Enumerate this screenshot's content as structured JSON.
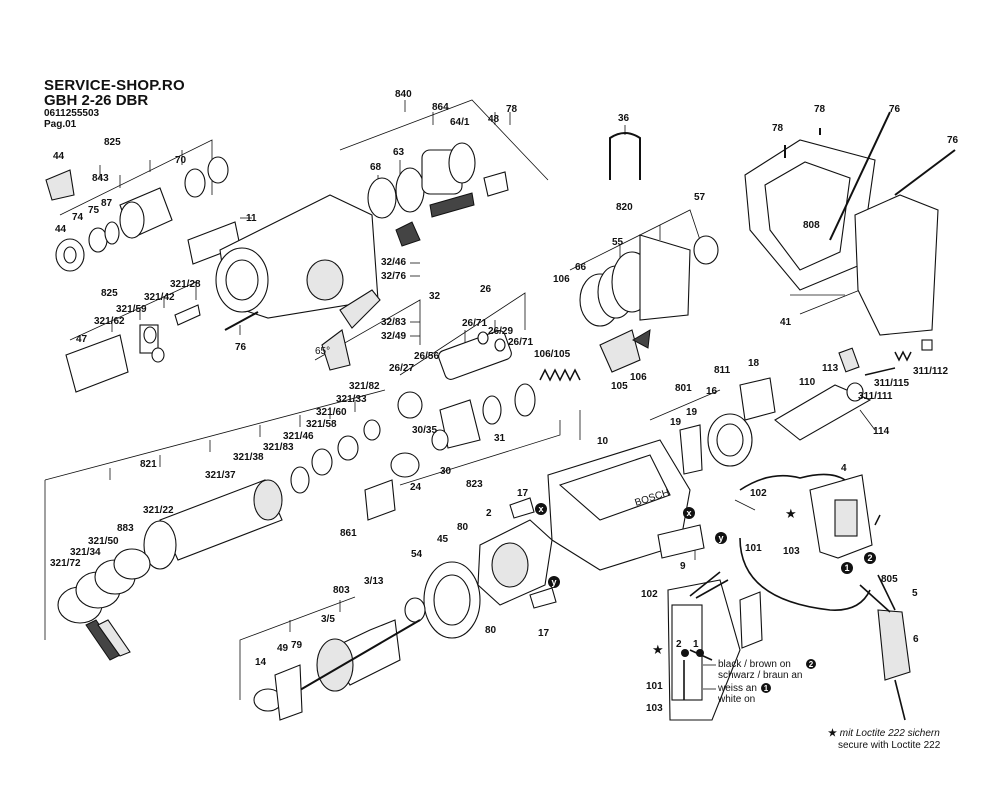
{
  "header": {
    "shop": "SERVICE-SHOP.RO",
    "model": "GBH 2-26 DBR",
    "code": "0611255503",
    "page": "Pag.01"
  },
  "labels": {
    "p840": "840",
    "p864": "864",
    "p78a": "78",
    "p48": "48",
    "p64_1": "64/1",
    "p68": "68",
    "p63": "63",
    "p36": "36",
    "p78b": "78",
    "p76a": "76",
    "p78c": "78",
    "p76b": "76",
    "p808": "808",
    "p41": "41",
    "p825a": "825",
    "p44a": "44",
    "p843": "843",
    "p70": "70",
    "p87": "87",
    "p75": "75",
    "p74": "74",
    "p44b": "44",
    "p11": "11",
    "p32_46": "32/46",
    "p32_76": "32/76",
    "p32": "32",
    "p32_83": "32/83",
    "p32_49": "32/49",
    "p65": "65°",
    "p825b": "825",
    "p321_28": "321/28",
    "p321_42": "321/42",
    "p321_59": "321/59",
    "p321_62": "321/62",
    "p47": "47",
    "p76c": "76",
    "p820": "820",
    "p57": "57",
    "p55": "55",
    "p66": "66",
    "p106a": "106",
    "p26": "26",
    "p26_71a": "26/71",
    "p26_29": "26/29",
    "p26_71b": "26/71",
    "p106_105": "106/105",
    "p105": "105",
    "p106b": "106",
    "p26_56": "26/56",
    "p26_27": "26/27",
    "p321_82": "321/82",
    "p321_33": "321/33",
    "p321_60": "321/60",
    "p321_58": "321/58",
    "p321_46": "321/46",
    "p321_83": "321/83",
    "p321_38": "321/38",
    "p321_37": "321/37",
    "p821": "821",
    "p30_35": "30/35",
    "p31": "31",
    "p30": "30",
    "p24": "24",
    "p823": "823",
    "p861": "861",
    "p321_22": "321/22",
    "p883": "883",
    "p321_50": "321/50",
    "p321_34": "321/34",
    "p321_72": "321/72",
    "p811": "811",
    "p18": "18",
    "p16": "16",
    "p801": "801",
    "p19a": "19",
    "p19b": "19",
    "p10": "10",
    "p113": "113",
    "p110": "110",
    "p311_112": "311/112",
    "p311_115": "311/115",
    "p311_111": "311/111",
    "p114": "114",
    "p17a": "17",
    "p80a": "80",
    "p2": "2",
    "p45": "45",
    "p54": "54",
    "p3_13": "3/13",
    "p803": "803",
    "p3_5": "3/5",
    "p80b": "80",
    "p17b": "17",
    "p49": "49",
    "p79": "79",
    "p14": "14",
    "p9": "9",
    "p102a": "102",
    "p4": "4",
    "p103a": "103",
    "p101a": "101",
    "p805": "805",
    "p5": "5",
    "p6": "6",
    "p102b": "102",
    "p2b": "2",
    "p1b": "1",
    "p101b": "101",
    "p103b": "103"
  },
  "markers": {
    "x": "x",
    "y": "y",
    "one": "1",
    "two": "2"
  },
  "wiring": {
    "black_brown_on": "black / brown on",
    "schwarz_braun_an": "schwarz / braun an",
    "weiss_an": "weiss an",
    "white_on": "white on"
  },
  "footnote": {
    "line1": "mit Loctite 222 sichern",
    "line2": "secure with Loctite 222",
    "star": "★"
  },
  "brand_mark": "BOSCH"
}
